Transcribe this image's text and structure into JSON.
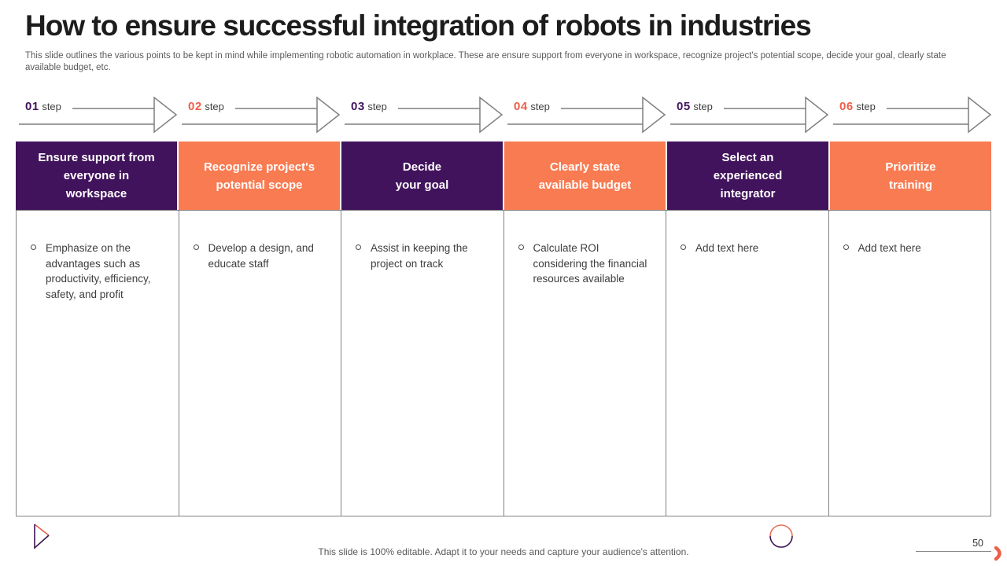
{
  "slide": {
    "title": "How to ensure successful integration of robots in industries",
    "subtitle": "This slide outlines the various points to be kept in mind while implementing robotic automation in workplace. These are ensure support from everyone in workspace, recognize project's potential scope, decide your goal, clearly state available budget, etc.",
    "footer_note": "This slide is 100% editable. Adapt it to your needs and capture your audience's attention.",
    "page_number": "50"
  },
  "steps": [
    {
      "number": "01",
      "label": "step"
    },
    {
      "number": "02",
      "label": "step"
    },
    {
      "number": "03",
      "label": "step"
    },
    {
      "number": "04",
      "label": "step"
    },
    {
      "number": "05",
      "label": "step"
    },
    {
      "number": "06",
      "label": "step"
    }
  ],
  "columns": [
    {
      "header": "Ensure support from\neveryone in\nworkspace",
      "header_color": "#41135c",
      "bullets": [
        "Emphasize on the advantages such as productivity, efficiency, safety, and profit"
      ]
    },
    {
      "header": "Recognize project's\npotential scope",
      "header_color": "#f87b52",
      "bullets": [
        "Develop a design, and educate staff"
      ]
    },
    {
      "header": "Decide\nyour goal",
      "header_color": "#41135c",
      "bullets": [
        "Assist in keeping the project on track"
      ]
    },
    {
      "header": "Clearly state\navailable budget",
      "header_color": "#f87b52",
      "bullets": [
        "Calculate ROI considering the financial resources available"
      ]
    },
    {
      "header": "Select an\nexperienced\nintegrator",
      "header_color": "#41135c",
      "bullets": [
        "Add text here"
      ]
    },
    {
      "header": "Prioritize\ntraining",
      "header_color": "#f87b52",
      "bullets": [
        "Add text here"
      ]
    }
  ],
  "icons": {
    "play_triangle": "outline-triangle",
    "circle": "outline-circle",
    "chevron": "right-chevron"
  },
  "colors": {
    "purple": "#41135c",
    "orange": "#f87b52",
    "step_number_orange": "#ee5f48",
    "arrow_gray": "#7f7f7f",
    "title_text": "#1c1c1c",
    "muted_text": "#5a5a5a"
  }
}
